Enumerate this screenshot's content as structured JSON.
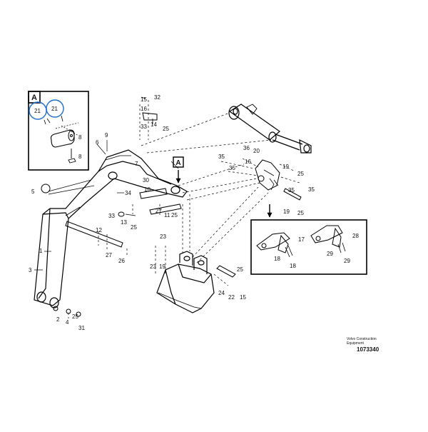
{
  "inset_a_label": "A",
  "view_a_label": "A",
  "brand_line1": "Volvo Construction",
  "brand_line2": "Equipment",
  "doc_number": "1073340",
  "callouts": {
    "c21a": "21",
    "c21b": "21",
    "c8a": "8",
    "c8b": "8",
    "c5": "5",
    "c1": "1",
    "c3": "3",
    "c2": "2",
    "c4": "4",
    "c25d": "25",
    "c31": "31",
    "c9": "9",
    "c6": "6",
    "c12": "12",
    "c27a": "27",
    "c26": "26",
    "c34": "34",
    "c7": "7",
    "c30": "30",
    "c10": "10",
    "c33b": "33",
    "c13": "13",
    "c25c": "25",
    "c27b": "27",
    "c11": "11",
    "c25b": "25",
    "c32": "32",
    "c15a": "15",
    "c16": "16",
    "c33a": "33",
    "c14": "14",
    "c25a": "25",
    "c23a": "23",
    "c23b": "23",
    "c19c": "19",
    "c24": "24",
    "c22": "22",
    "c15b": "15",
    "c25e": "25",
    "c35a": "35",
    "c36": "36",
    "c20": "20",
    "c16b": "16",
    "c35b": "35",
    "c19a": "19",
    "c25f": "25",
    "c35c": "35",
    "c35d": "35",
    "c19b": "19",
    "c25g": "25",
    "c17": "17",
    "c18a": "18",
    "c18b": "18",
    "c28": "28",
    "c29a": "29",
    "c29b": "29"
  }
}
